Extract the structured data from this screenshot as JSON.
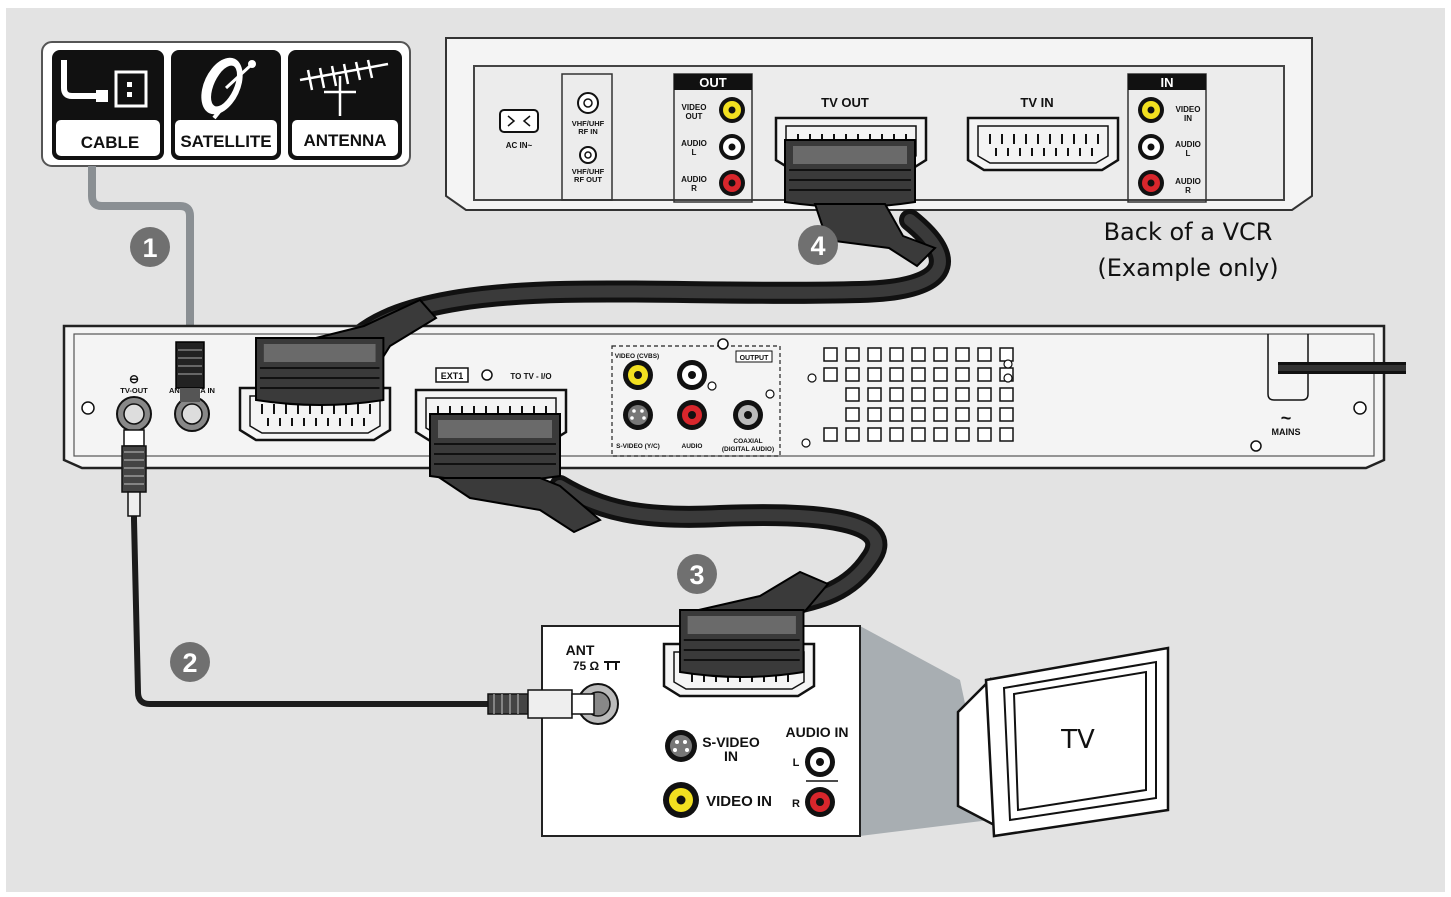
{
  "sources": {
    "cable": "CABLE",
    "satellite": "SATELLITE",
    "antenna": "ANTENNA"
  },
  "steps": [
    "1",
    "2",
    "3",
    "4"
  ],
  "vcr": {
    "ac_in": "AC IN~",
    "rf_in": [
      "VHF/UHF",
      "RF IN"
    ],
    "rf_out": [
      "VHF/UHF",
      "RF OUT"
    ],
    "out_header": "OUT",
    "in_header": "IN",
    "out_video": [
      "VIDEO",
      "OUT"
    ],
    "out_audio_l": [
      "AUDIO",
      "L"
    ],
    "out_audio_r": [
      "AUDIO",
      "R"
    ],
    "in_video": [
      "VIDEO",
      "IN"
    ],
    "in_audio_l": [
      "AUDIO",
      "L"
    ],
    "in_audio_r": [
      "AUDIO",
      "R"
    ],
    "tv_out": "TV OUT",
    "tv_in": "TV IN",
    "caption_line1": "Back of a VCR",
    "caption_line2": "(Example only)"
  },
  "recorder": {
    "tv_out": "TV-OUT",
    "antenna_in": "ANTENNA IN",
    "ext1": "EXT1",
    "to_tv": "TO TV - I/O",
    "video_cvbs": "VIDEO (CVBS)",
    "output": "OUTPUT",
    "svideo": "S-VIDEO (Y/C)",
    "audio": "AUDIO",
    "coaxial": "COAXIAL",
    "digital_audio": "(DIGITAL AUDIO)",
    "mains": "MAINS",
    "mains_symbol": "~"
  },
  "tv": {
    "ant": "ANT",
    "ant_ohm": "75 Ω",
    "svideo_in_1": "S-VIDEO",
    "svideo_in_2": "IN",
    "video_in": "VIDEO IN",
    "audio_in": "AUDIO IN",
    "audio_l": "L",
    "audio_r": "R",
    "screen_label": "TV"
  },
  "colors": {
    "background": "#e3e3e3",
    "panel": "#f4f4f4",
    "cable_dark": "#1c1c1c",
    "cable_grey": "#8a8f93",
    "jack_yellow": "#f2e020",
    "jack_red": "#d8262c",
    "badge_grey": "#707070"
  }
}
